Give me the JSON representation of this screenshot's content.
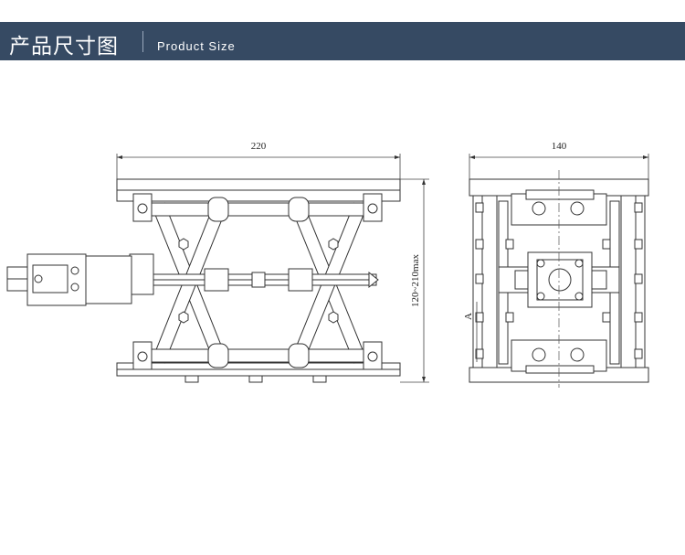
{
  "header": {
    "title_cn": "产品尺寸图",
    "title_en": "Product Size"
  },
  "dimensions": {
    "front_width": "220",
    "side_width": "140",
    "height_range": "120~210max",
    "section_mark": "A"
  },
  "colors": {
    "header_bg": "#364a63",
    "header_text": "#ffffff",
    "line": "#333333"
  }
}
